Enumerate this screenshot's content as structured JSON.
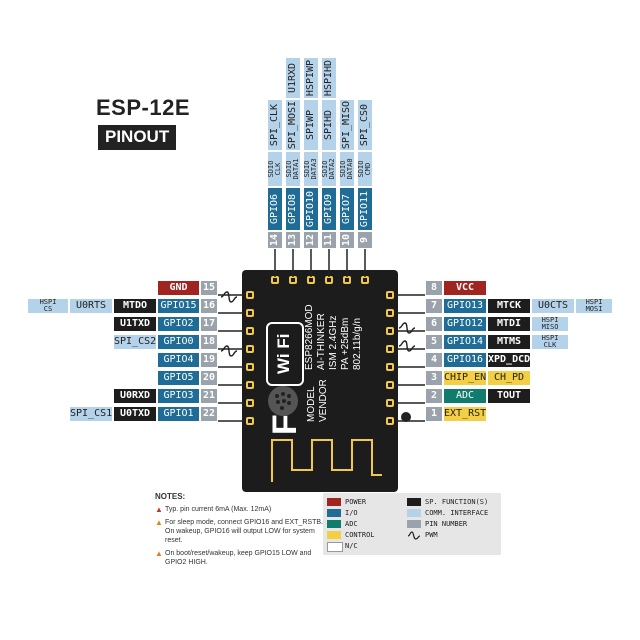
{
  "title": {
    "line1": "ESP-12E",
    "line2": "PINOUT"
  },
  "top_pins": [
    {
      "pin": "14",
      "gpio": "GPIO6",
      "sdio": [
        "SDIO",
        "CLK"
      ],
      "spi": "SPI_CLK",
      "hspi": "",
      "u1": ""
    },
    {
      "pin": "13",
      "gpio": "GPIO8",
      "sdio": [
        "SDIO",
        "DATA1"
      ],
      "spi": "SPI_MOSI",
      "hspi": "",
      "u1": "U1RXD"
    },
    {
      "pin": "12",
      "gpio": "GPIO10",
      "sdio": [
        "SDIO",
        "DATA3"
      ],
      "spi": "SPIWP",
      "hspi": "HSPIWP",
      "u1": ""
    },
    {
      "pin": "11",
      "gpio": "GPIO9",
      "sdio": [
        "SDIO",
        "DATA2"
      ],
      "spi": "SPIHD",
      "hspi": "HSPIHD",
      "u1": ""
    },
    {
      "pin": "10",
      "gpio": "GPIO7",
      "sdio": [
        "SDIO",
        "DATA0"
      ],
      "spi": "SPI_MISO",
      "hspi": "",
      "u1": ""
    },
    {
      "pin": "9",
      "gpio": "GPIO11",
      "sdio": [
        "SDIO",
        "CMD"
      ],
      "spi": "SPI_CS0",
      "hspi": "",
      "u1": ""
    }
  ],
  "left_pins": [
    {
      "pin": "15",
      "main": "GND",
      "main_type": "pw",
      "func": "",
      "comm": "",
      "extra": "",
      "pwm": false
    },
    {
      "pin": "16",
      "main": "GPIO15",
      "main_type": "io",
      "func": "MTDO",
      "comm": "U0RTS",
      "extra": [
        "HSPI",
        "CS"
      ],
      "pwm": true
    },
    {
      "pin": "17",
      "main": "GPIO2",
      "main_type": "io",
      "func": "U1TXD",
      "comm": "",
      "extra": "",
      "pwm": false
    },
    {
      "pin": "18",
      "main": "GPIO0",
      "main_type": "io",
      "func": "",
      "comm": "SPI_CS2",
      "extra": "",
      "pwm": false
    },
    {
      "pin": "19",
      "main": "GPIO4",
      "main_type": "io",
      "func": "",
      "comm": "",
      "extra": "",
      "pwm": true
    },
    {
      "pin": "20",
      "main": "GPIO5",
      "main_type": "io",
      "func": "",
      "comm": "",
      "extra": "",
      "pwm": false
    },
    {
      "pin": "21",
      "main": "GPIO3",
      "main_type": "io",
      "func": "U0RXD",
      "comm": "",
      "extra": "",
      "pwm": false
    },
    {
      "pin": "22",
      "main": "GPIO1",
      "main_type": "io",
      "func": "U0TXD",
      "comm": "SPI_CS1",
      "extra": "",
      "pwm": false
    }
  ],
  "right_pins": [
    {
      "pin": "8",
      "main": "VCC",
      "main_type": "pw",
      "func": "",
      "comm": "",
      "extra": "",
      "pwm": false
    },
    {
      "pin": "7",
      "main": "GPIO13",
      "main_type": "io",
      "func": "MTCK",
      "comm": "U0CTS",
      "extra": [
        "HSPI",
        "MOSI"
      ],
      "pwm": false
    },
    {
      "pin": "6",
      "main": "GPIO12",
      "main_type": "io",
      "func": "MTDI",
      "comm": "",
      "extra": [
        "HSPI",
        "MISO"
      ],
      "pwm": true
    },
    {
      "pin": "5",
      "main": "GPIO14",
      "main_type": "io",
      "func": "MTMS",
      "comm": "",
      "extra": [
        "HSPI",
        "CLK"
      ],
      "pwm": true
    },
    {
      "pin": "4",
      "main": "GPIO16",
      "main_type": "io",
      "func": "XPD_DCDC",
      "comm": "",
      "extra": "",
      "pwm": false
    },
    {
      "pin": "3",
      "main": "CHIP_EN",
      "main_type": "ct",
      "func": "CH_PD",
      "func_type": "ct",
      "comm": "",
      "extra": "",
      "pwm": false
    },
    {
      "pin": "2",
      "main": "ADC",
      "main_type": "adc",
      "func": "TOUT",
      "comm": "",
      "extra": "",
      "pwm": false
    },
    {
      "pin": "1",
      "main": "EXT_RSTB",
      "main_type": "ct",
      "func": "",
      "comm": "",
      "extra": "",
      "pwm": false
    }
  ],
  "module": {
    "wifi_logo": "Wi Fi",
    "lines": [
      "ESP8266MOD",
      "AI-THINKER",
      "ISM 2.4GHz",
      "PA +25dBm",
      "802.11b/g/n"
    ],
    "fcc": "FC",
    "model": "MODEL",
    "vendor": "VENDOR"
  },
  "notes": {
    "heading": "NOTES:",
    "items": [
      {
        "marker": "▲",
        "color": "#c0392b",
        "text": "Typ. pin current 6mA (Max. 12mA)"
      },
      {
        "marker": "▲",
        "color": "#e67e22",
        "text": "For sleep mode, connect GPIO16 and EXT_RSTB. On wakeup, GPIO16 will output LOW for system reset."
      },
      {
        "marker": "▲",
        "color": "#e67e22",
        "text": "On boot/reset/wakeup, keep GPIO15 LOW and GPIO2 HIGH."
      }
    ]
  },
  "legend": [
    {
      "label": "POWER",
      "color": "#a02420"
    },
    {
      "label": "I/O",
      "color": "#1f6d96"
    },
    {
      "label": "ADC",
      "color": "#107c6e"
    },
    {
      "label": "CONTROL",
      "color": "#f3cf45"
    },
    {
      "label": "N/C",
      "color": "#ffffff"
    },
    {
      "label": "SP. FUNCTION(S)",
      "color": "#1d1d1d"
    },
    {
      "label": "COMM. INTERFACE",
      "color": "#b4d2e9"
    },
    {
      "label": "PIN NUMBER",
      "color": "#9aa3ab"
    },
    {
      "label": "PWM",
      "color": ""
    }
  ]
}
